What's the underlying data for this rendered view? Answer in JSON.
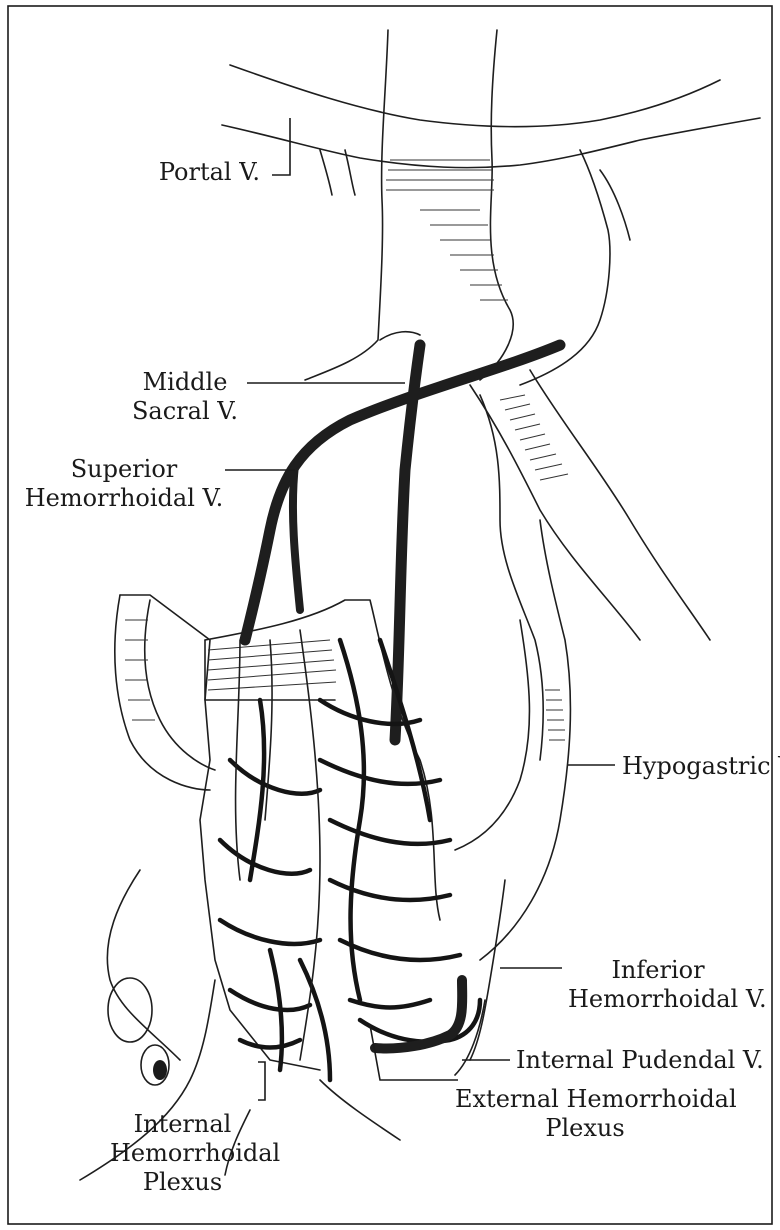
{
  "labels": {
    "portal": [
      "Portal V."
    ],
    "middle_sacral": [
      "Middle",
      "Sacral V."
    ],
    "superior_hemorrhoidal": [
      "Superior",
      "Hemorrhoidal V."
    ],
    "hypogastric": [
      "Hypogastric V."
    ],
    "inferior_hemorrhoidal": [
      "Inferior",
      "Hemorrhoidal V."
    ],
    "internal_pudendal": [
      "Internal Pudendal V."
    ],
    "external_hemorrhoidal_plexus": [
      "External Hemorrhoidal",
      "Plexus"
    ],
    "internal_hemorrhoidal_plexus": [
      "Internal",
      "Hemorrhoidal",
      "Plexus"
    ]
  },
  "colors": {
    "ink": "#1a1a1a",
    "paper": "#ffffff"
  }
}
